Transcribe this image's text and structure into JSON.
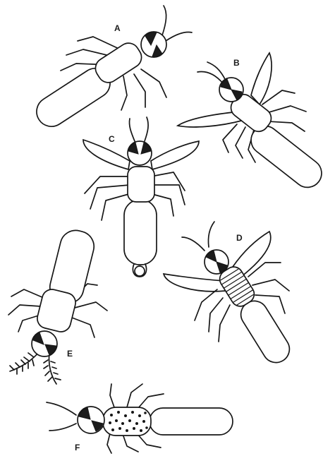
{
  "labels": {
    "a": "A",
    "b": "B",
    "c": "C",
    "d": "D",
    "e": "E",
    "f": "F"
  },
  "colors": {
    "ink": "#161616",
    "background": "#ffffff"
  }
}
